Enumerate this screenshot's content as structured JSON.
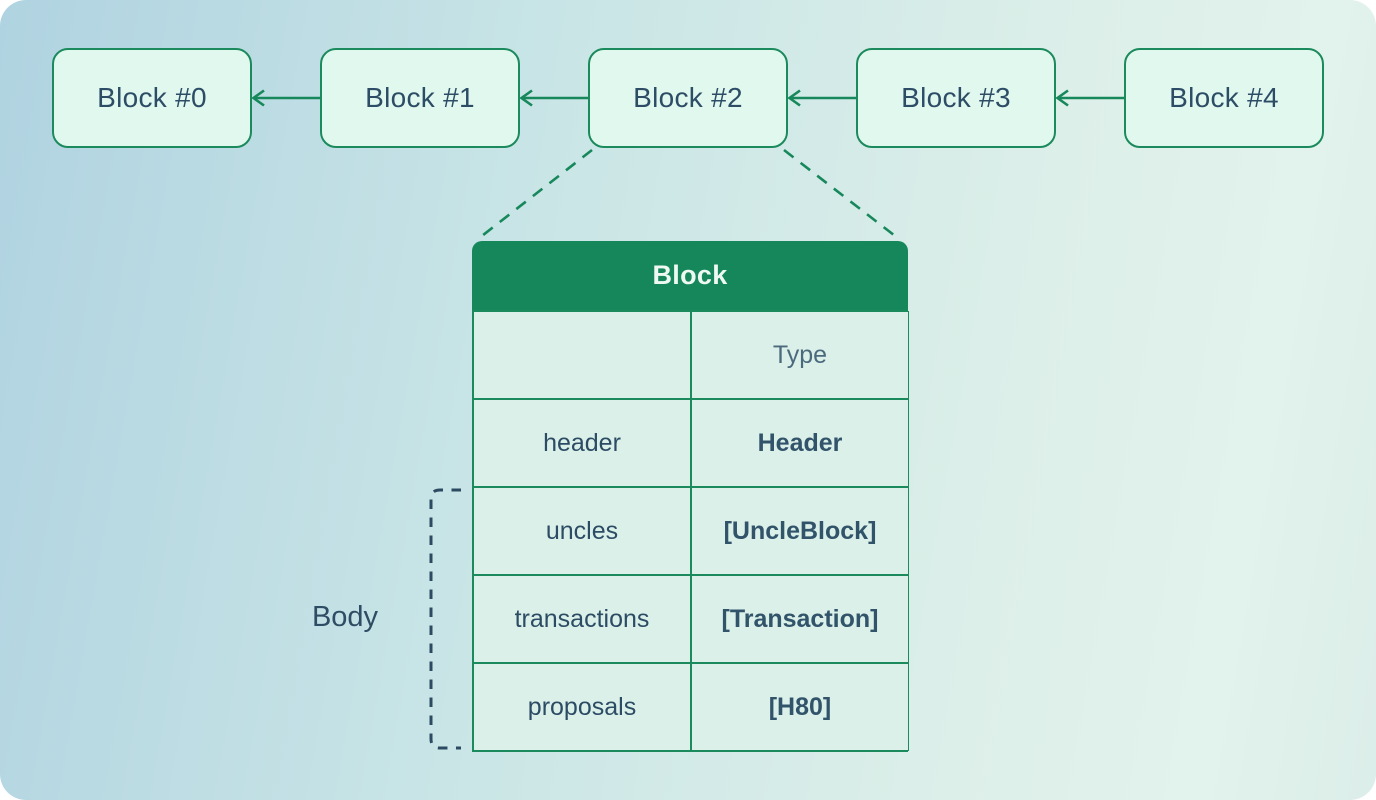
{
  "diagram": {
    "chain": {
      "blocks": [
        {
          "label": "Block #0"
        },
        {
          "label": "Block #1"
        },
        {
          "label": "Block #2"
        },
        {
          "label": "Block #3"
        },
        {
          "label": "Block #4"
        }
      ],
      "arrow_direction": "each block points to its previous block (left)"
    },
    "detail_table": {
      "title": "Block",
      "expanded_from": "Block #2",
      "columns": {
        "field_header": "",
        "type_header": "Type"
      },
      "rows": [
        {
          "field": "header",
          "type": "Header"
        },
        {
          "field": "uncles",
          "type": "[UncleBlock]"
        },
        {
          "field": "transactions",
          "type": "[Transaction]"
        },
        {
          "field": "proposals",
          "type": "[H80]"
        }
      ]
    },
    "body_bracket": {
      "label": "Body",
      "covers_rows": [
        "uncles",
        "transactions",
        "proposals"
      ]
    }
  },
  "colors": {
    "accent_green": "#17885b",
    "table_header_green": "#15875b",
    "node_border_green": "#1b8a5c",
    "node_fill_mint": "#e1f8ef",
    "cell_fill_mint": "#dbf0e8",
    "text_dark_slate": "#2d4d66",
    "text_bold_slate": "#31546b",
    "text_muted_slate": "#4b6a7e",
    "bracket_slate": "#2c4a61",
    "bg_gradient_start": "#b0d3e1",
    "bg_gradient_end": "#dceee9"
  }
}
